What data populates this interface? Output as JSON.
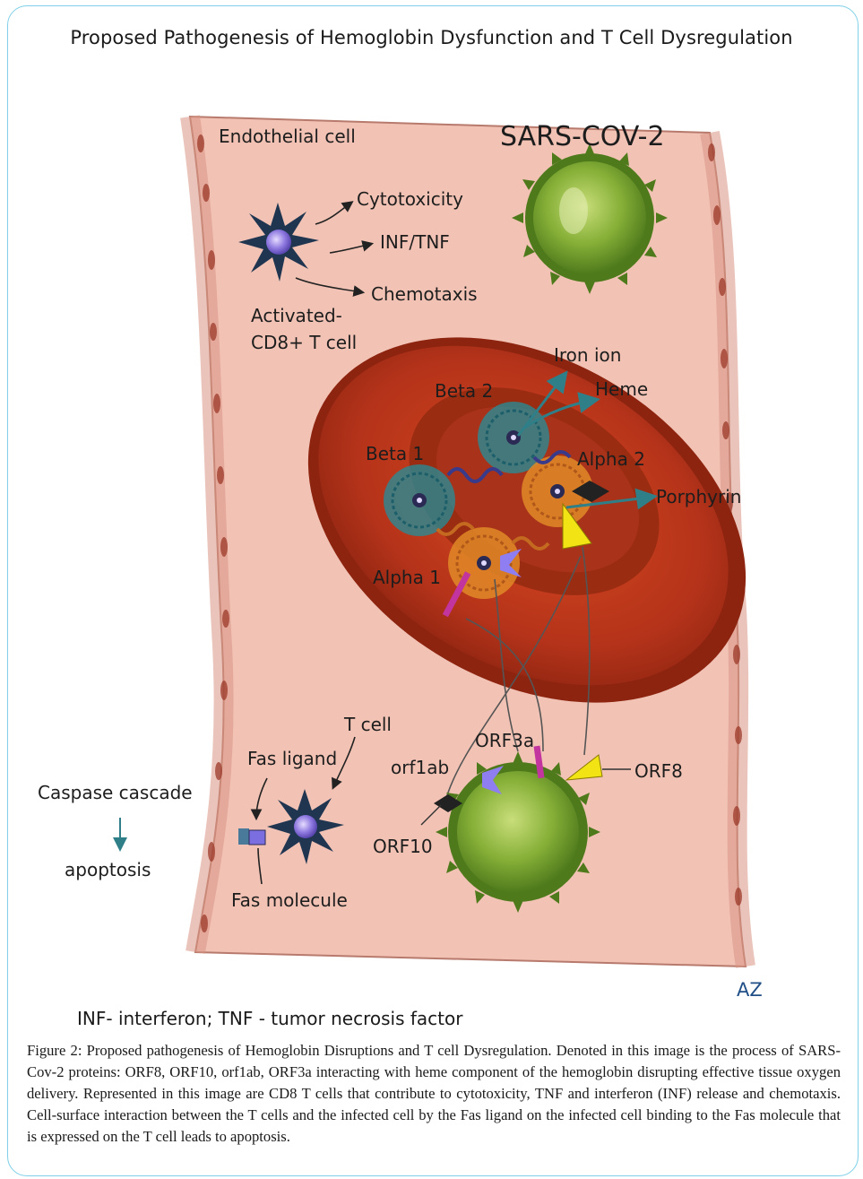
{
  "title": "Proposed Pathogenesis of Hemoglobin Dysfunction and T Cell Dysregulation",
  "labels": {
    "endothelial_cell": "Endothelial cell",
    "sars_cov_2": "SARS-COV-2",
    "cytotoxicity": "Cytotoxicity",
    "inf_tnf": "INF/TNF",
    "chemotaxis": "Chemotaxis",
    "activated_cd8_line1": "Activated-",
    "activated_cd8_line2": "CD8+ T cell",
    "iron_ion": "Iron ion",
    "heme": "Heme",
    "beta2": "Beta 2",
    "beta1": "Beta 1",
    "alpha2": "Alpha 2",
    "alpha1": "Alpha 1",
    "porphyrin": "Porphyrin",
    "t_cell": "T cell",
    "fas_ligand": "Fas ligand",
    "orf3a": "ORF3a",
    "orf1ab": "orf1ab",
    "orf8": "ORF8",
    "orf10": "ORF10",
    "caspase_cascade": "Caspase cascade",
    "apoptosis": "apoptosis",
    "fas_molecule": "Fas molecule",
    "az": "AZ"
  },
  "footnote": "INF- interferon; TNF - tumor necrosis factor",
  "caption": "Figure 2: Proposed pathogenesis of Hemoglobin Disruptions and T cell Dysregulation. Denoted in this image is the process of SARS-Cov-2 proteins: ORF8, ORF10, orf1ab, ORF3a interacting with heme component of the hemoglobin disrupting effective tissue oxygen delivery. Represented in this image are CD8 T cells that contribute to cytotoxicity, TNF and interferon (INF) release and chemotaxis. Cell-surface interaction between the T cells and the infected cell by the Fas ligand on the infected cell binding to the Fas molecule that is expressed on the T cell leads to apoptosis.",
  "colors": {
    "vessel": "#f2c3b5",
    "rbc_outer": "#9e2a0e",
    "rbc_inner": "#c83d17",
    "virus": "#7da92e",
    "t_cell": "#1f3550",
    "arrow_teal": "#2f7f89"
  }
}
